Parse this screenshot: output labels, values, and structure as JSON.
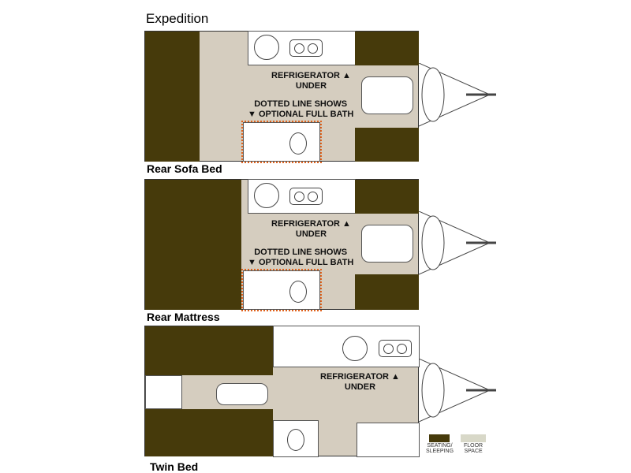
{
  "title": "Expedition",
  "plans": [
    {
      "name": "Rear Sofa Bed",
      "note_fridge": "REFRIGERATOR ▲\nUNDER",
      "note_bath": "DOTTED LINE SHOWS\n▼ OPTIONAL FULL BATH"
    },
    {
      "name": "Rear Mattress",
      "note_fridge": "REFRIGERATOR ▲\nUNDER",
      "note_bath": "DOTTED LINE SHOWS\n▼ OPTIONAL FULL BATH"
    },
    {
      "name": "Twin Bed",
      "note_fridge": "REFRIGERATOR ▲\nUNDER"
    }
  ],
  "legend": [
    {
      "label": "SEATING/\nSLEEPING",
      "color": "#463a0b"
    },
    {
      "label": "FLOOR\nSPACE",
      "color": "#d8d8c8"
    }
  ]
}
